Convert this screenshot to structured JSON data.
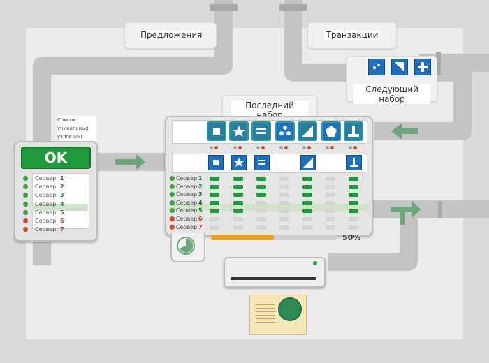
{
  "labels": {
    "proposals": "Предложения",
    "transactions": "Транзакции",
    "next_set": "Следующий набор",
    "last_set": "Последний набор",
    "unl_list": "Список уникальных узлов UNL",
    "ok": "OK",
    "progress": "50%"
  },
  "servers": [
    {
      "label": "Сервер",
      "num": "1",
      "status": "green"
    },
    {
      "label": "Сервер",
      "num": "2",
      "status": "green"
    },
    {
      "label": "Сервер",
      "num": "3",
      "status": "green"
    },
    {
      "label": "Сервер",
      "num": "4",
      "status": "green"
    },
    {
      "label": "Сервер",
      "num": "5",
      "status": "green"
    },
    {
      "label": "Сервер",
      "num": "6",
      "status": "red"
    },
    {
      "label": "Сервер",
      "num": "7",
      "status": "red"
    }
  ],
  "progress_value": 0.5,
  "colors": {
    "pipe": "#c4c4c4",
    "ok_green": "#1f9b3c",
    "accent_blue": "#1f6fbf",
    "teal": "#2a9a9a",
    "progress_orange": "#f0a020"
  },
  "grid": {
    "columns": [
      [
        "g",
        "g",
        "g",
        "g",
        "g",
        "x",
        "x"
      ],
      [
        "g",
        "g",
        "g",
        "g",
        "g",
        "x",
        "x"
      ],
      [
        "g",
        "g",
        "g",
        "x",
        "x",
        "x",
        "x"
      ],
      [
        "x",
        "x",
        "x",
        "x",
        "x",
        "x",
        "x"
      ],
      [
        "g",
        "g",
        "g",
        "g",
        "g",
        "x",
        "x"
      ],
      [
        "x",
        "x",
        "x",
        "x",
        "x",
        "x",
        "x"
      ],
      [
        "g",
        "g",
        "g",
        "g",
        "g",
        "x",
        "x"
      ]
    ]
  }
}
